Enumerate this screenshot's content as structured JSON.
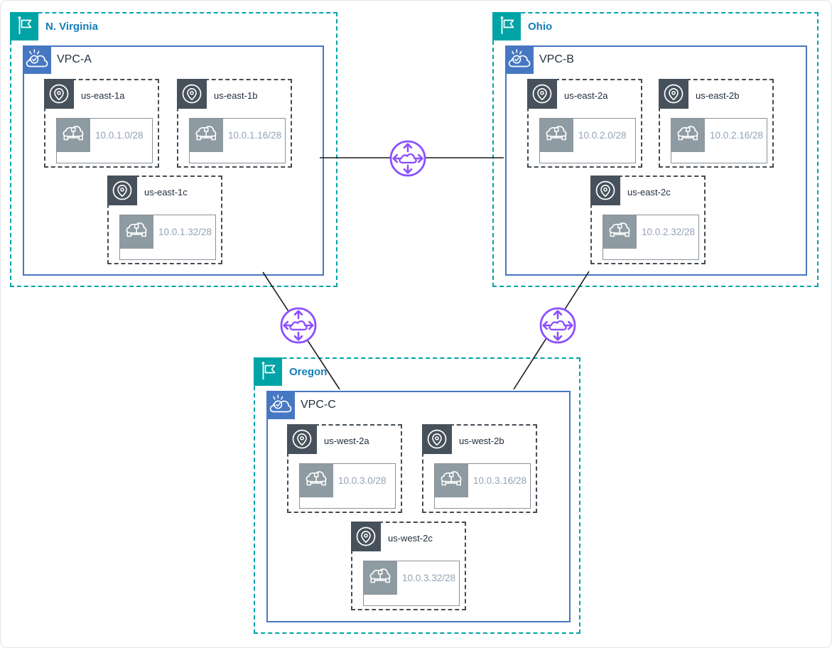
{
  "colors": {
    "region-teal": "#01A4A6",
    "region-label-blue": "#147EBA",
    "vpc-blue": "#4677C2",
    "az-dark": "#46515B",
    "az-border": "#434C54",
    "subnet-gray": "#8F9BA3",
    "subnet-border": "#8C9196",
    "subnet-text": "#94A3B4",
    "peering-purple": "#8C4FFF",
    "line-black": "#1A1A1A",
    "text-dark": "#232F3E"
  },
  "regions": [
    {
      "name": "N. Virginia",
      "vpc": {
        "name": "VPC-A",
        "azs": [
          {
            "name": "us-east-1a",
            "subnet": "10.0.1.0/28"
          },
          {
            "name": "us-east-1b",
            "subnet": "10.0.1.16/28"
          },
          {
            "name": "us-east-1c",
            "subnet": "10.0.1.32/28"
          }
        ]
      }
    },
    {
      "name": "Ohio",
      "vpc": {
        "name": "VPC-B",
        "azs": [
          {
            "name": "us-east-2a",
            "subnet": "10.0.2.0/28"
          },
          {
            "name": "us-east-2b",
            "subnet": "10.0.2.16/28"
          },
          {
            "name": "us-east-2c",
            "subnet": "10.0.2.32/28"
          }
        ]
      }
    },
    {
      "name": "Oregon",
      "vpc": {
        "name": "VPC-C",
        "azs": [
          {
            "name": "us-west-2a",
            "subnet": "10.0.3.0/28"
          },
          {
            "name": "us-west-2b",
            "subnet": "10.0.3.16/28"
          },
          {
            "name": "us-west-2c",
            "subnet": "10.0.3.32/28"
          }
        ]
      }
    }
  ],
  "connections": [
    {
      "type": "vpc-peering",
      "from": "VPC-A",
      "to": "VPC-B"
    },
    {
      "type": "vpc-peering",
      "from": "VPC-A",
      "to": "VPC-C"
    },
    {
      "type": "vpc-peering",
      "from": "VPC-B",
      "to": "VPC-C"
    }
  ]
}
